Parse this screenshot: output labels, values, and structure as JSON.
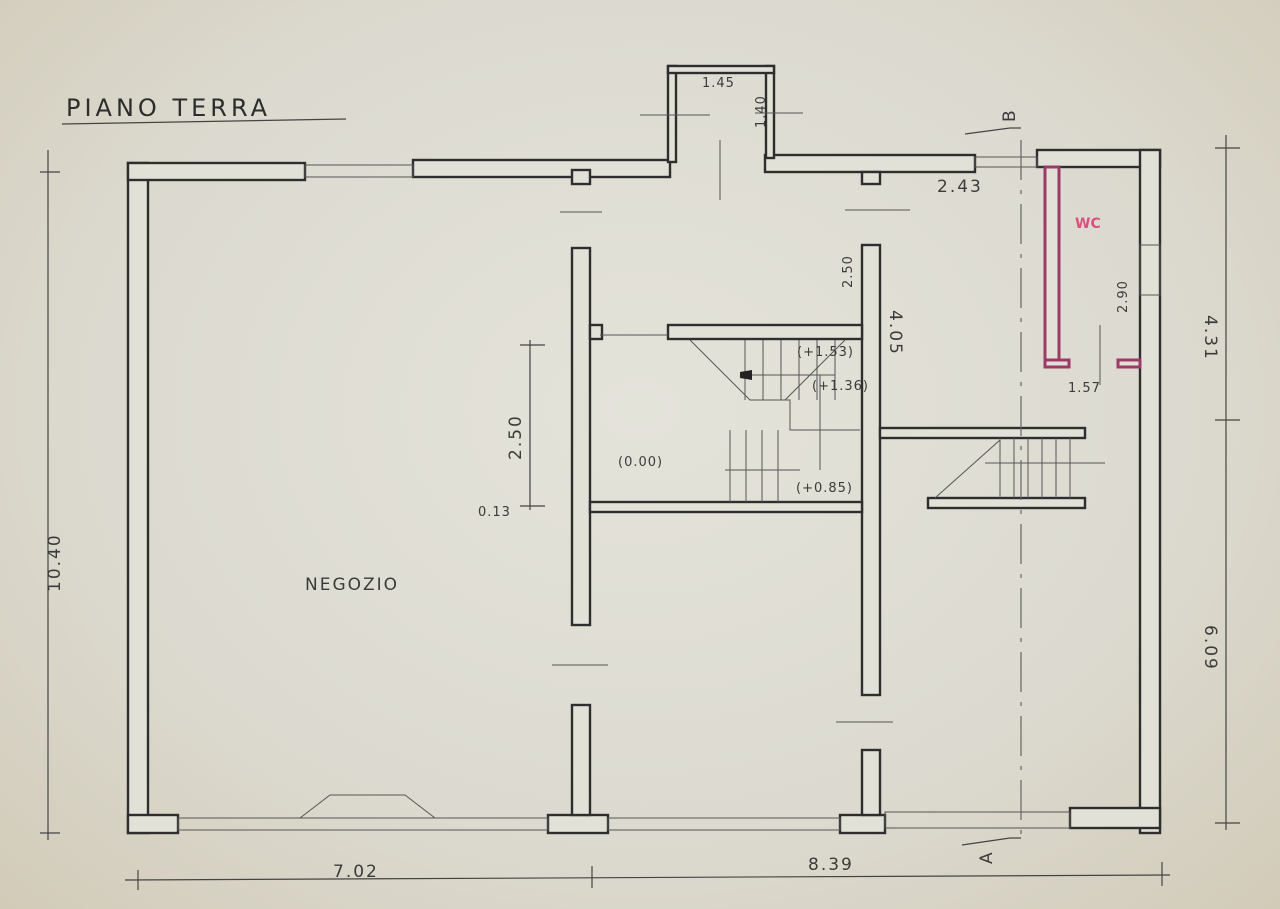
{
  "title": "PIANO TERRA",
  "rooms": {
    "shop": "NEGOZIO",
    "wc": "WC"
  },
  "levels": {
    "ground": "(0.00)",
    "landing_low": "(+0.85)",
    "landing_mid": "(+1.36)",
    "landing_high": "(+1.53)"
  },
  "dimensions": {
    "overall_height": "10.40",
    "right_upper": "4.31",
    "right_lower": "6.09",
    "bottom_left": "7.02",
    "bottom_right": "8.39",
    "porch_width": "1.45",
    "porch_depth": "1.40",
    "corridor_width": "2.43",
    "wc_depth": "2.90",
    "wc_width": "1.57",
    "hall_height": "2.50",
    "stair_room_height": "2.50",
    "wall_offset": "0.13",
    "central_wall": "4.05"
  },
  "section_marks": {
    "a": "A",
    "b": "B"
  },
  "colors": {
    "walls": "#2e2e2e",
    "wc_walls": "#9a3a66",
    "paper": "#e2e1d8"
  }
}
